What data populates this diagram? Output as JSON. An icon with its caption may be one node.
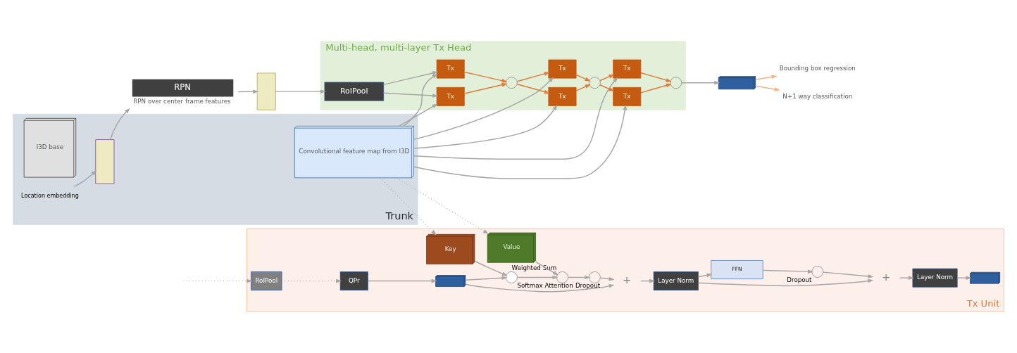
{
  "diagram": {
    "nodes": [
      {
        "text": [
          "Trunk"
        ]
      },
      {
        "text": [
          "I3D base"
        ],
        "in": 0
      },
      {
        "text": [
          "Location embedding"
        ],
        "in": 0
      },
      {
        "text": [],
        "shape": "box",
        "in": 0
      },
      {
        "text": [
          "Convolutional feature map from I3D"
        ],
        "in": 0
      },
      {
        "text": [
          "RPN"
        ],
        "beside": [
          "RPN over center frame features"
        ]
      },
      {
        "text": [],
        "shape": "box"
      },
      {
        "text": [
          "Multi-head, multi-layer Tx Head"
        ]
      },
      {
        "text": [
          "RoIPool"
        ],
        "in": 7
      },
      {
        "text": [
          "Tx"
        ],
        "in": 7
      },
      {
        "text": [
          "Tx"
        ],
        "in": 7
      },
      {
        "text": [],
        "shape": "circle",
        "in": 7
      },
      {
        "text": [
          "Tx"
        ],
        "in": 7
      },
      {
        "text": [
          "Tx"
        ],
        "in": 7
      },
      {
        "text": [],
        "shape": "circle",
        "in": 7
      },
      {
        "text": [
          "Tx"
        ],
        "in": 7
      },
      {
        "text": [
          "Tx"
        ],
        "in": 7
      },
      {
        "text": [],
        "shape": "circle",
        "in": 7
      },
      {
        "text": [],
        "shape": "box"
      },
      {
        "text": [
          "N+1 way classification"
        ]
      },
      {
        "text": [
          "Bounding box regression"
        ]
      },
      {
        "text": [
          "Tx Unit"
        ]
      },
      {
        "text": [
          "RoIPool"
        ],
        "in": 21
      },
      {
        "text": [
          "QPr"
        ],
        "in": 21
      },
      {
        "text": [],
        "shape": "box",
        "in": 21
      },
      {
        "text": [
          "+"
        ],
        "in": 21
      },
      {
        "text": [
          "Layer Norm"
        ],
        "in": 21
      },
      {
        "text": [
          "+"
        ],
        "in": 21
      },
      {
        "text": [
          "Layer Norm"
        ],
        "in": 21
      },
      {
        "text": [
          "Key"
        ],
        "in": 21
      },
      {
        "text": [
          "Value"
        ],
        "in": 21
      },
      {
        "text": [],
        "shape": "circle",
        "in": 21,
        "beside": [
          "Softmax Attention"
        ]
      },
      {
        "text": [],
        "shape": "circle",
        "in": 21,
        "beside": [
          "Weighted Sum"
        ]
      },
      {
        "text": [],
        "shape": "circle",
        "in": 21,
        "beside": [
          "Dropout"
        ]
      },
      {
        "text": [
          "FFN"
        ],
        "in": 21
      },
      {
        "text": [],
        "shape": "circle",
        "in": 21,
        "beside": [
          "Dropout"
        ]
      },
      {
        "text": [],
        "shape": "box",
        "in": 21
      }
    ],
    "edges": [
      {
        "from": 2,
        "to": 3,
        "arrow": "to"
      },
      {
        "from": 3,
        "to": 5,
        "arrow": "to"
      },
      {
        "from": 5,
        "to": 6,
        "arrow": "to"
      },
      {
        "from": 6,
        "to": 8,
        "arrow": "to"
      },
      {
        "from": 8,
        "to": 9,
        "arrow": "to"
      },
      {
        "from": 8,
        "to": 10,
        "arrow": "to"
      },
      {
        "from": 4,
        "to": 9,
        "arrow": "to"
      },
      {
        "from": 4,
        "to": 10,
        "arrow": "to"
      },
      {
        "from": 4,
        "to": 12,
        "arrow": "to"
      },
      {
        "from": 4,
        "to": 13,
        "arrow": "to"
      },
      {
        "from": 4,
        "to": 15,
        "arrow": "to"
      },
      {
        "from": 4,
        "to": 16,
        "arrow": "to"
      },
      {
        "from": 9,
        "to": 11,
        "arrow": "to",
        "color": "#e07b39"
      },
      {
        "from": 10,
        "to": 11,
        "arrow": "to",
        "color": "#e07b39"
      },
      {
        "from": 11,
        "to": 12,
        "arrow": "to",
        "color": "#e07b39"
      },
      {
        "from": 11,
        "to": 13,
        "arrow": "to",
        "color": "#e07b39"
      },
      {
        "from": 12,
        "to": 14,
        "arrow": "to",
        "color": "#e07b39"
      },
      {
        "from": 13,
        "to": 14,
        "arrow": "to",
        "color": "#e07b39"
      },
      {
        "from": 14,
        "to": 15,
        "arrow": "to",
        "color": "#e07b39"
      },
      {
        "from": 14,
        "to": 16,
        "arrow": "to",
        "color": "#e07b39"
      },
      {
        "from": 15,
        "to": 17,
        "arrow": "to",
        "color": "#e07b39"
      },
      {
        "from": 16,
        "to": 17,
        "arrow": "to",
        "color": "#e07b39"
      },
      {
        "from": 17,
        "to": 18,
        "arrow": "to"
      },
      {
        "from": 18,
        "to": 19,
        "arrow": "to",
        "color": "#f4b183"
      },
      {
        "from": 18,
        "to": 20,
        "arrow": "to",
        "color": "#f4b183"
      },
      {
        "from": null,
        "to": 22,
        "arrow": "to",
        "style": "dashed"
      },
      {
        "from": 22,
        "to": 23,
        "arrow": "to",
        "style": "dashed"
      },
      {
        "from": 23,
        "to": 24,
        "arrow": "to"
      },
      {
        "from": 24,
        "to": 25,
        "arrow": "to"
      },
      {
        "from": 25,
        "to": 26,
        "arrow": "to"
      },
      {
        "from": 26,
        "to": 27,
        "arrow": "to"
      },
      {
        "from": 27,
        "to": 28,
        "arrow": "to"
      },
      {
        "from": 28,
        "to": 36,
        "arrow": "to"
      },
      {
        "from": 4,
        "to": 29,
        "arrow": "to",
        "style": "dashed"
      },
      {
        "from": 4,
        "to": 30,
        "arrow": "to",
        "style": "dashed"
      },
      {
        "from": 24,
        "to": 31,
        "arrow": "to"
      },
      {
        "from": 29,
        "to": 31,
        "arrow": "to"
      },
      {
        "from": 31,
        "to": 32,
        "arrow": "to"
      },
      {
        "from": 30,
        "to": 32,
        "arrow": "to"
      },
      {
        "from": 32,
        "to": 33,
        "arrow": "to"
      },
      {
        "from": 33,
        "to": 25,
        "arrow": "to"
      },
      {
        "from": 26,
        "to": 34,
        "arrow": "to"
      },
      {
        "from": 34,
        "to": 35,
        "arrow": "to"
      },
      {
        "from": 35,
        "to": 27,
        "arrow": "to"
      }
    ]
  }
}
